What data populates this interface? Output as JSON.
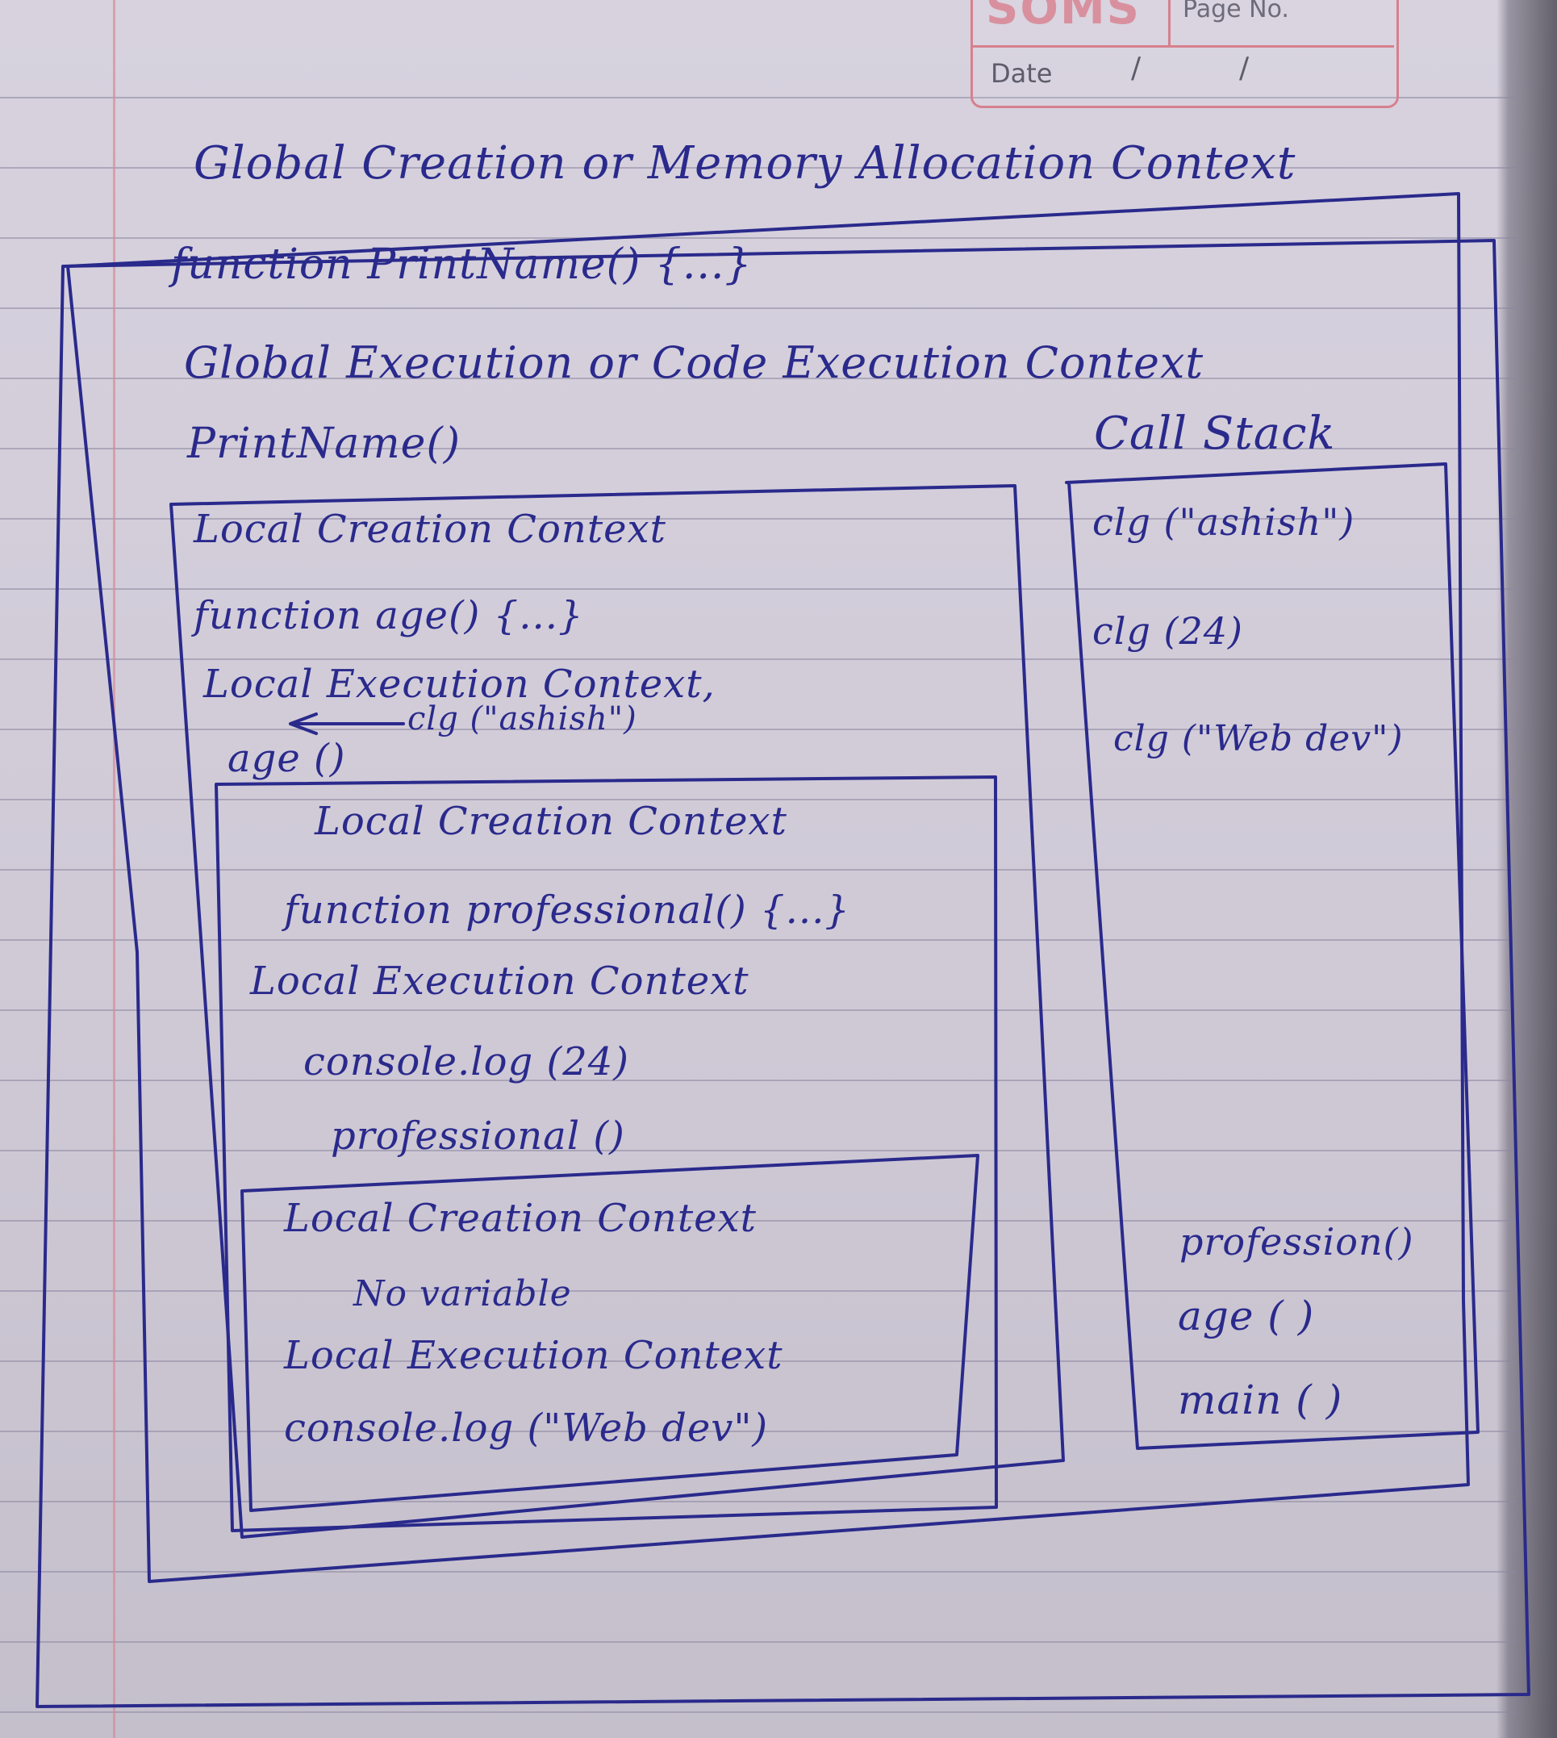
{
  "header": {
    "brand": "SOMS",
    "page_no_label": "Page No.",
    "date_label": "Date",
    "date_sep_1": "/",
    "date_sep_2": "/"
  },
  "notes": {
    "title": "Global Creation or Memory Allocation Context",
    "global_fn": "function PrintName() {...}",
    "global_exec": "Global Execution or Code Execution Context",
    "call_print": "PrintName()",
    "call_stack_label": "Call Stack",
    "l1_creation": "Local Creation Context",
    "l1_fn": "function age() {...}",
    "l1_exec": "Local Execution Context,",
    "l1_log": "clg (\"ashish\")",
    "l1_call": "age ()",
    "l2_creation": "Local Creation Context",
    "l2_fn": "function professional() {...}",
    "l2_exec": "Local Execution Context",
    "l2_log": "console.log (24)",
    "l2_call": "professional ()",
    "l3_creation": "Local Creation Context",
    "l3_novar": "No variable",
    "l3_exec": "Local Execution Context",
    "l3_log": "console.log (\"Web dev\")",
    "output_1": "clg (\"ashish\")",
    "output_2": "clg (24)",
    "output_3": "clg (\"Web dev\")",
    "stack_1": "profession()",
    "stack_2": "age ( )",
    "stack_3": "main ( )"
  },
  "colors": {
    "ink": "#2a2a8c",
    "ruled_line": "#8c87a0",
    "margin_line": "#d98a98",
    "header_box": "#d7808e"
  }
}
